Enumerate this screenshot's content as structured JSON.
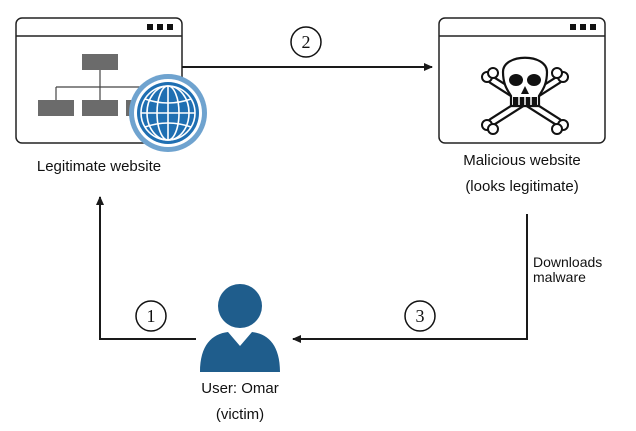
{
  "nodes": {
    "legit_site": {
      "label": "Legitimate website",
      "icon": "sitemap-globe-window-icon"
    },
    "malicious_site": {
      "label_line1": "Malicious website",
      "label_line2": "(looks legitimate)",
      "icon": "skull-crossbones-window-icon"
    },
    "user": {
      "label_line1": "User: Omar",
      "label_line2": "(victim)",
      "icon": "user-icon"
    }
  },
  "edges": {
    "step1": {
      "number": "1"
    },
    "step2": {
      "number": "2"
    },
    "step3": {
      "number": "3",
      "label_line1": "Downloads",
      "label_line2": "malware"
    }
  },
  "colors": {
    "line": "#1a1a1a",
    "window_border": "#222222",
    "sitemap_box": "#6b6b6b",
    "globe_outer": "#6fa3cf",
    "globe_inner": "#1f6fb2",
    "user_fill": "#1f5d8c"
  }
}
